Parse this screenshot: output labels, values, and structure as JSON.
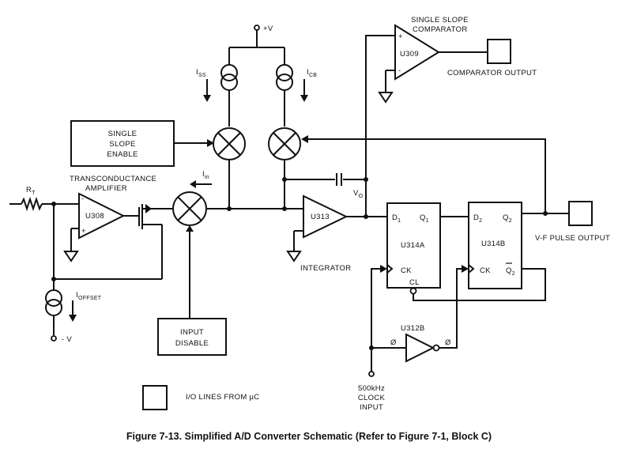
{
  "supply_pos": "+V",
  "supply_neg": "- V",
  "i_ss": {
    "main": "I",
    "sub": "SS"
  },
  "i_cb": {
    "main": "I",
    "sub": "CB"
  },
  "i_in": {
    "main": "I",
    "sub": "in"
  },
  "i_offset": {
    "main": "I",
    "sub": "OFFSET"
  },
  "rt": {
    "main": "R",
    "sub": "T"
  },
  "vo": {
    "main": "V",
    "sub": "O"
  },
  "single_slope_enable": [
    "SINGLE",
    "SLOPE",
    "ENABLE"
  ],
  "transconductance": [
    "TRANSCONDUCTANCE",
    "AMPLIFIER"
  ],
  "u308": "U308",
  "u313": "U313",
  "u309": "U309",
  "integrator": "INTEGRATOR",
  "comparator_title": [
    "SINGLE SLOPE",
    "COMPARATOR"
  ],
  "comparator_output": "COMPARATOR OUTPUT",
  "ff_a": {
    "name": "U314A",
    "d": "D",
    "d_sub": "1",
    "q": "Q",
    "q_sub": "1",
    "ck": "CK",
    "cl": "CL"
  },
  "ff_b": {
    "name": "U314B",
    "d": "D",
    "d_sub": "2",
    "q": "Q",
    "q_sub": "2",
    "ck": "CK",
    "qbar": "Q",
    "qbar_sub": "2"
  },
  "u312b": "U312B",
  "phi": "Ø",
  "vf_output": "V-F PULSE OUTPUT",
  "input_disable": [
    "INPUT",
    "DISABLE"
  ],
  "clock_input": [
    "500kHz",
    "CLOCK",
    "INPUT"
  ],
  "legend": "I/O LINES FROM µC",
  "caption": "Figure 7-13. Simplified A/D Converter Schematic (Refer to Figure 7-1, Block C)"
}
